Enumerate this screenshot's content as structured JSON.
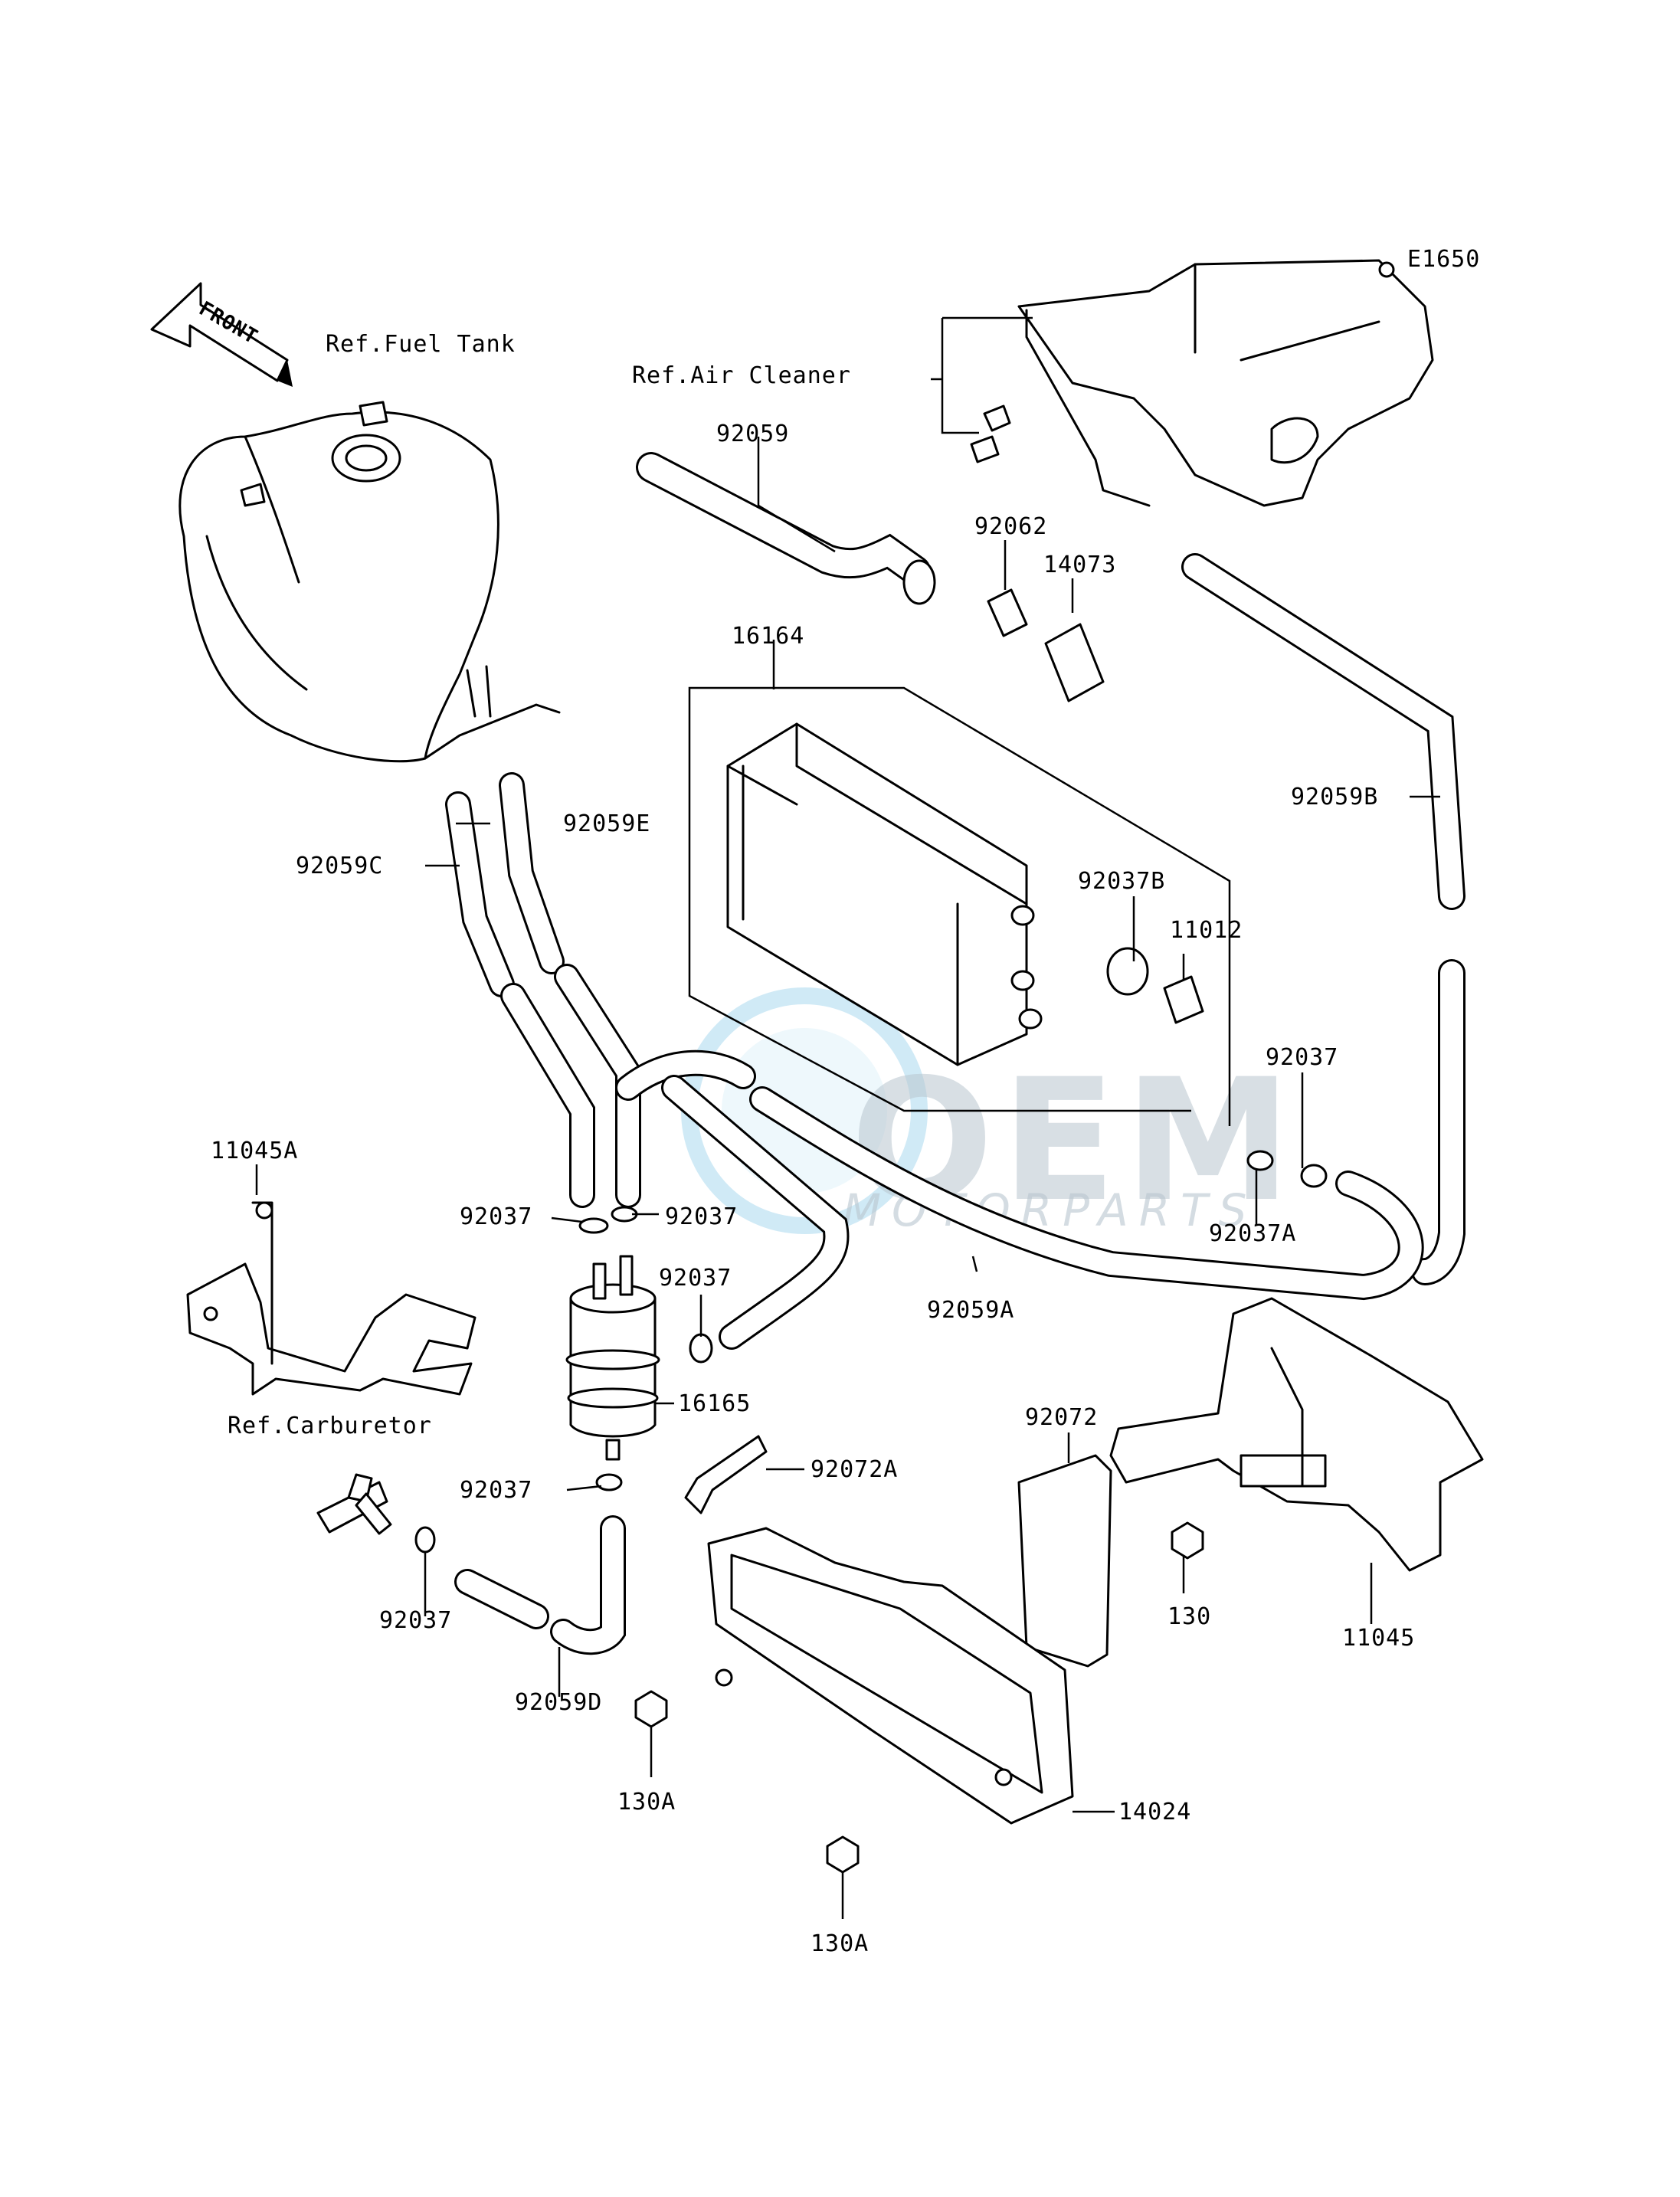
{
  "diagram_code": "E1650",
  "front_arrow_text": "FRONT",
  "watermark": {
    "brand": "OEM",
    "sub": "MOTORPARTS"
  },
  "references": {
    "fuel_tank": "Ref.Fuel Tank",
    "air_cleaner": "Ref.Air Cleaner",
    "carburetor": "Ref.Carburetor"
  },
  "callouts": [
    "92059",
    "92062",
    "14073",
    "16164",
    "92059B",
    "92059E",
    "92059C",
    "92037B",
    "11012",
    "92037",
    "92037A",
    "11045A",
    "92037",
    "92037",
    "92037",
    "92059A",
    "16165",
    "92072",
    "92072A",
    "92037",
    "92037",
    "92059D",
    "130",
    "11045",
    "130A",
    "14024",
    "130A"
  ]
}
